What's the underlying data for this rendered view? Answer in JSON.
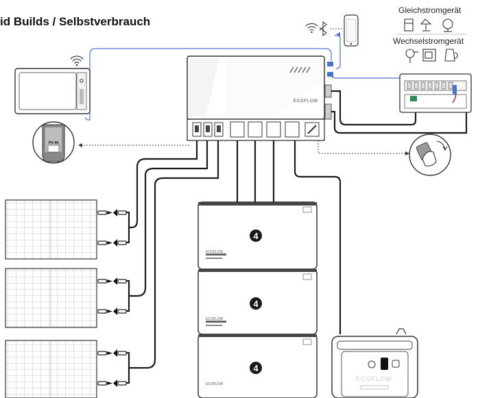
{
  "header": {
    "title": "id Builds / Selbstverbrauch"
  },
  "labels": {
    "dc_appliance": "Gleichstromgerät",
    "ac_appliance": "Wechselstromgerät",
    "pv_in": "PV IN",
    "brand": "ECOFLOW",
    "battery_badge": "4"
  },
  "icons": {
    "wifi": "wifi-icon",
    "bluetooth": "bluetooth-icon",
    "phone": "smartphone-icon",
    "fridge": "fridge-icon",
    "lamp": "lamp-icon",
    "fan": "fan-icon",
    "hairdryer": "hairdryer-icon",
    "microwave": "microwave-icon",
    "kettle": "kettle-icon",
    "hand": "hand-switch-icon"
  },
  "colors": {
    "line": "#222222",
    "blue_link": "#4a74c9",
    "red_wire": "#d02a2a",
    "badge": "#1a1a1a"
  }
}
